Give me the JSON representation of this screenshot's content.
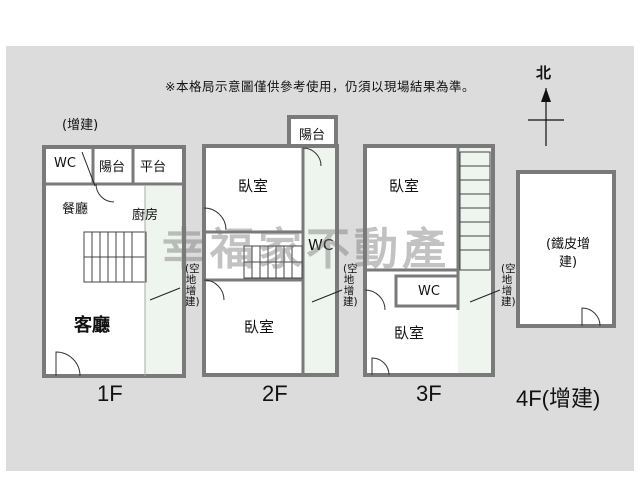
{
  "notice": "※本格局示意圖僅供參考使用，仍須以現場結果為準。",
  "compass": {
    "label": "北"
  },
  "watermark": "幸福家不動產",
  "floor_1": {
    "label": "1F",
    "addition_note": "(增建)",
    "rooms": {
      "wc": "WC",
      "balcony": "陽台",
      "platform": "平台",
      "dining": "餐廳",
      "kitchen": "廚房",
      "living": "客廳"
    },
    "side_note": "(空地增建)"
  },
  "floor_2": {
    "label": "2F",
    "rooms": {
      "balcony": "陽台",
      "bedroom_top": "臥室",
      "wc": "WC",
      "bedroom_bottom": "臥室"
    },
    "side_note": "(空地增建)"
  },
  "floor_3": {
    "label": "3F",
    "rooms": {
      "bedroom_top": "臥室",
      "wc": "WC",
      "bedroom_bottom": "臥室"
    },
    "side_note": "(空地增建)"
  },
  "floor_4": {
    "label": "4F(增建)",
    "rooms": {
      "iron_addition": "(鐵皮增建)"
    }
  },
  "colors": {
    "wall": "#7a7a7a",
    "frame": "#dcdcdc",
    "green_area": "#eef4ee"
  }
}
